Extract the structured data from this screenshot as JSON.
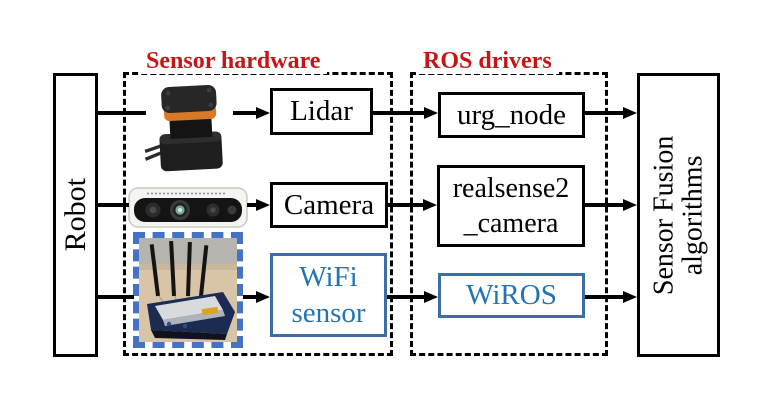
{
  "diagram": {
    "robot_label": "Robot",
    "fusion": {
      "line1": "Sensor Fusion",
      "line2": "algorithms"
    },
    "groups": {
      "sensor_hardware": {
        "title": "Sensor hardware"
      },
      "ros_drivers": {
        "title": "ROS drivers"
      }
    },
    "nodes": {
      "lidar": "Lidar",
      "camera": "Camera",
      "wifi_line1": "WiFi",
      "wifi_line2": "sensor",
      "urg_node": "urg_node",
      "realsense_line1": "realsense2",
      "realsense_line2": "_camera",
      "wiros": "WiROS"
    },
    "icons": {
      "lidar_photo": "lidar-scanner-photo",
      "camera_photo": "depth-camera-photo",
      "wifi_photo": "wifi-router-photo"
    }
  },
  "colors": {
    "title_red": "#c81414",
    "blue_border": "#3b6ea5",
    "blue_text": "#2274b5",
    "wifi_photo_border": "#4472c4",
    "arrow_black": "#000000"
  }
}
